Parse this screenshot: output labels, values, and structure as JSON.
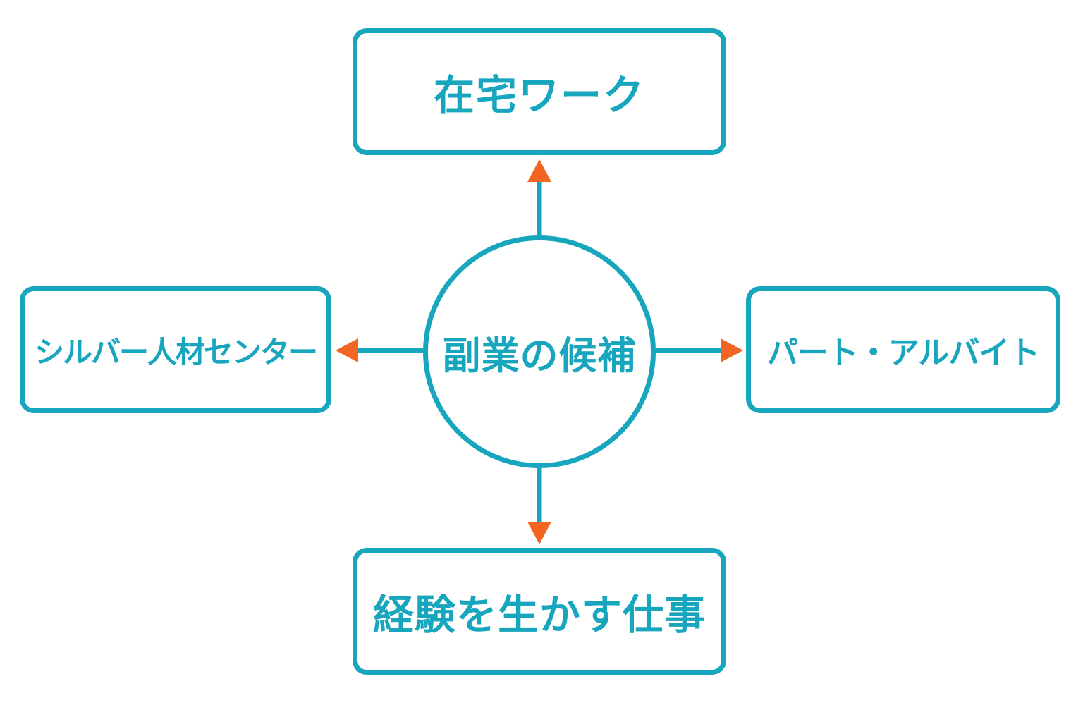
{
  "diagram": {
    "center": "副業の候補",
    "options": {
      "top": "在宅ワーク",
      "right": "パート・アルバイト",
      "bottom": "経験を生かす仕事",
      "left": "シルバー人材センター"
    }
  },
  "colors": {
    "outline": "#17a6bd",
    "text": "#17a6bd",
    "arrowhead": "#f26522",
    "background": "#ffffff"
  }
}
